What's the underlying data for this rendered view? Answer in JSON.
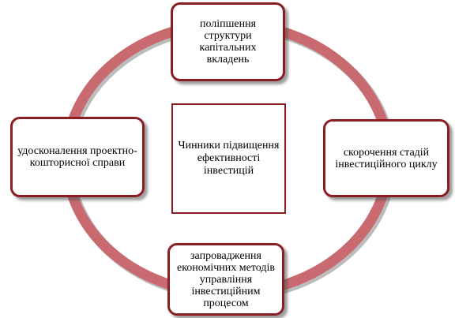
{
  "diagram": {
    "center_label": "Чинники підвищення ефективності інвестицій",
    "nodes": {
      "top": "поліпшення структури капітальних вкладень",
      "right": "скорочення стадій інвестиційного циклу",
      "bottom": "запровадження економічних методів управління інвестиційним процесом",
      "left": "удосконалення проектно-кошторисної справи"
    },
    "colors": {
      "ring": "#c86a70",
      "border": "#8b1e22",
      "shadow": "#505050"
    }
  }
}
